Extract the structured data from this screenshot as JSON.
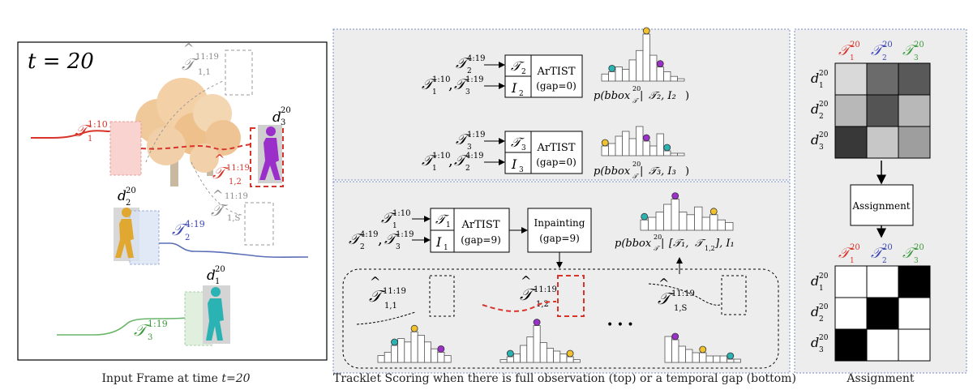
{
  "panels": {
    "input": {
      "time_label": "t = 20",
      "caption_prefix": "Input Frame at time ",
      "caption_time": "t=20"
    },
    "scoring": {
      "caption": "Tracklet Scoring when there is full observation (top) or a temporal gap (bottom)"
    },
    "assignment": {
      "caption": "Assignment",
      "block_label": "Assignment"
    }
  },
  "math": {
    "t": "𝒯",
    "i": "I",
    "d": "d",
    "sup_20": "20",
    "sup_1_10": "1:10",
    "sup_4_19": "4:19",
    "sup_1_19": "1:19",
    "sup_11_19": "11:19",
    "sub_1": "1",
    "sub_2": "2",
    "sub_3": "3",
    "sub_1_1": "1,1",
    "sub_1_2": "1,2",
    "sub_1_s": "1,S",
    "comma": ",",
    "hat": "^",
    "ellipsis": "•  •  •"
  },
  "blocks": {
    "artist": "ArTIST",
    "gap0": "(gap=0)",
    "gap9": "(gap=9)",
    "inpainting": "Inpainting"
  },
  "formulas": {
    "p_prefix": "p(bbox",
    "bar": " | ",
    "close": ")",
    "top1_args": "𝒯₂, I₂",
    "top2_args": "𝒯₃, I₃",
    "bottom_args_a": "[𝒯₁, ",
    "bottom_args_b": "𝒯",
    "bottom_args_c": "1,2",
    "bottom_args_d": "], I₁"
  },
  "colors": {
    "red": "#d9342b",
    "blue": "#3b46b5",
    "green": "#3d9a3d",
    "gray": "#8a8a8a",
    "teal": "#2bb3b3",
    "yellow": "#f2c12e",
    "purple": "#9b2fc9",
    "panel_bg": "#ededed"
  },
  "matrices": {
    "soft_scores": [
      [
        0.85,
        0.42,
        0.35
      ],
      [
        0.72,
        0.33,
        0.72
      ],
      [
        0.22,
        0.78,
        0.62
      ]
    ],
    "hard_assignment": [
      [
        0,
        0,
        1
      ],
      [
        0,
        1,
        0
      ],
      [
        1,
        0,
        0
      ]
    ]
  },
  "histograms": {
    "top1": [
      3,
      4,
      6,
      5,
      9,
      13,
      20,
      11,
      6,
      4,
      2,
      1
    ],
    "top2": [
      4,
      5,
      8,
      10,
      7,
      12,
      6,
      4,
      9,
      2,
      1,
      1
    ],
    "bottom_main": [
      4,
      5,
      7,
      10,
      12,
      7,
      6,
      9,
      5,
      6,
      4,
      3
    ],
    "bottom_s1": [
      2,
      3,
      5,
      7,
      6,
      9,
      8,
      6,
      4,
      3,
      2
    ],
    "bottom_s2": [
      1,
      2,
      3,
      6,
      9,
      13,
      7,
      5,
      4,
      3,
      2,
      1
    ],
    "bottom_s3": [
      8,
      7,
      5,
      4,
      3,
      3,
      2,
      2,
      2,
      1,
      1
    ]
  }
}
